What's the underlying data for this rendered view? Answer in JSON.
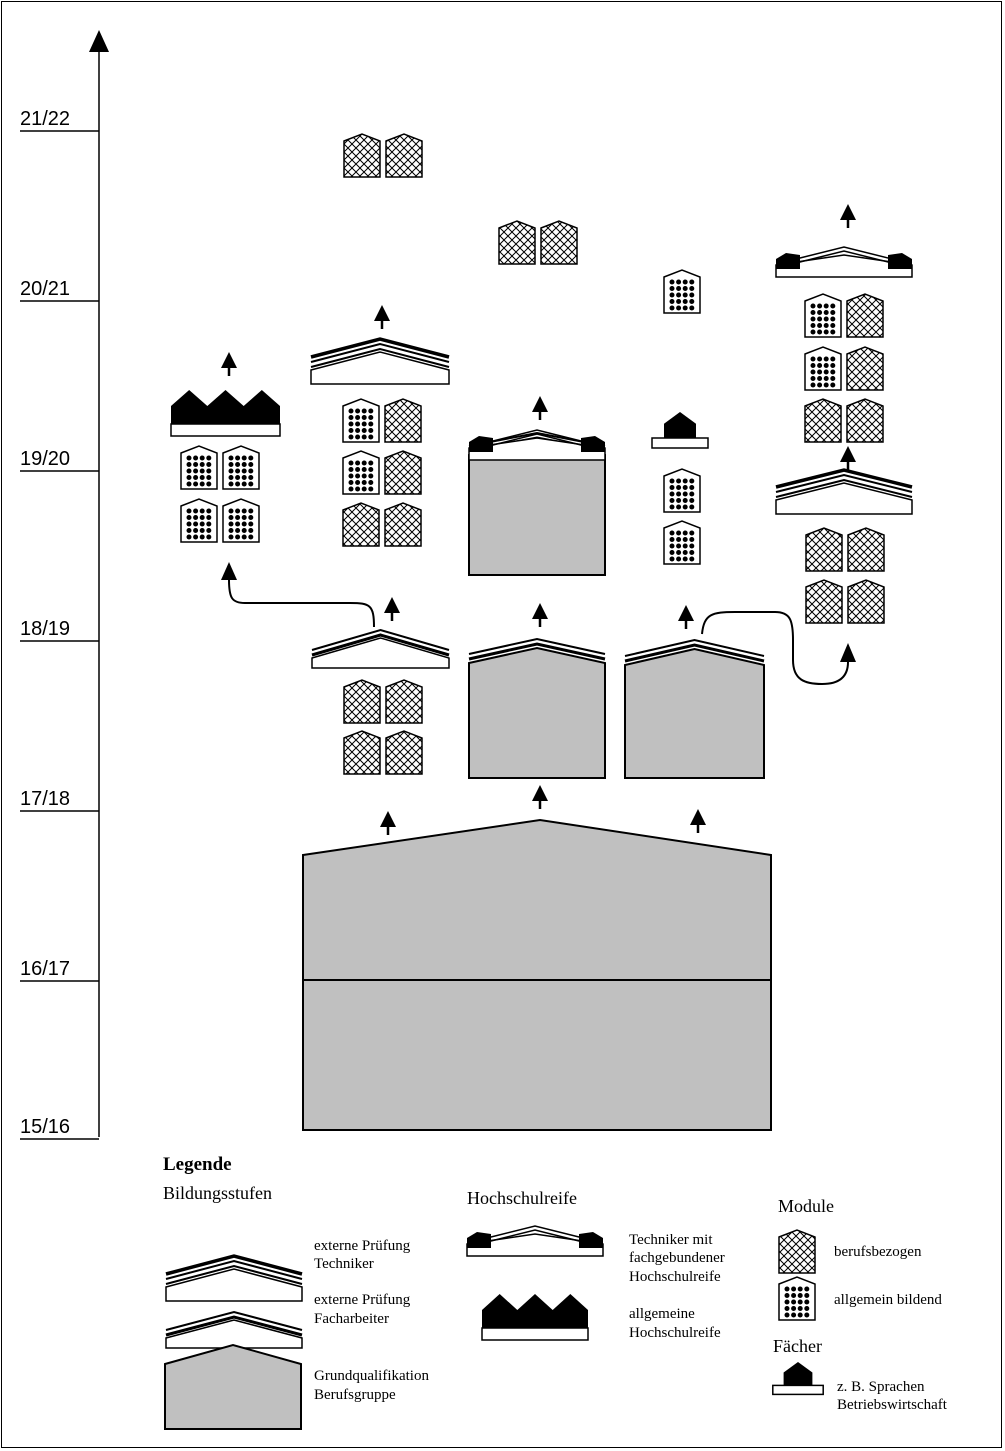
{
  "colors": {
    "grey_fill": "#c0c0c0",
    "black": "#000000",
    "white": "#ffffff"
  },
  "timeline": {
    "labels": [
      "21/22",
      "20/21",
      "19/20",
      "18/19",
      "17/18",
      "16/17",
      "15/16"
    ]
  },
  "legend": {
    "title": "Legende",
    "bildungsstufen": {
      "heading": "Bildungsstufen",
      "techniker": [
        "externe Prüfung",
        "Techniker"
      ],
      "facharbeiter": [
        "externe Prüfung",
        "Facharbeiter"
      ],
      "grundqualifikation": [
        "Grundqualifikation",
        "Berufsgruppe"
      ]
    },
    "hochschulreife": {
      "heading": "Hochschulreife",
      "fachgebunden": [
        "Techniker mit",
        "fachgebundener",
        "Hochschulreife"
      ],
      "allgemein": [
        "allgemeine",
        "Hochschulreife"
      ]
    },
    "module": {
      "heading": "Module",
      "berufsbezogen": "berufsbezogen",
      "allgemein_bildend": "allgemein bildend"
    },
    "faecher": {
      "heading": "Fächer",
      "example": [
        "z. B. Sprachen",
        "Betriebswirtschaft"
      ]
    }
  },
  "icons": [
    "up-arrow-icon",
    "crosshatch-module-icon",
    "dotted-module-icon",
    "subject-house-icon",
    "roof-wave-icon"
  ]
}
